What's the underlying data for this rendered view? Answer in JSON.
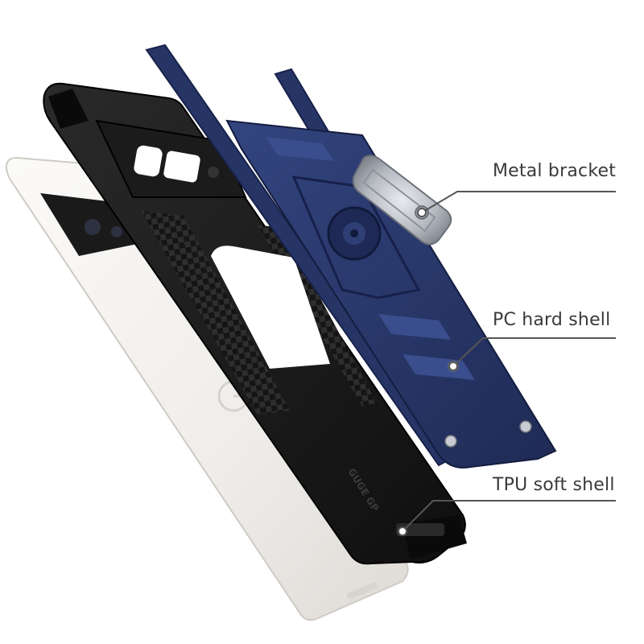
{
  "callouts": {
    "metal_bracket": "Metal bracket",
    "pc_hard_shell": "PC hard shell",
    "tpu_soft_shell": "TPU soft shell"
  },
  "case_brand_text": "GUGE GP",
  "colors": {
    "background": "#ffffff",
    "pc_shell_blue": "#2b3a6e",
    "tpu_shell_black": "#1c1c1c",
    "phone_white": "#f1efec",
    "metal_silver": "#b8bcc2",
    "callout_line": "#555555",
    "callout_text": "#3a3a3a"
  },
  "icons": [
    "g-logo-icon",
    "camera-bar-icon",
    "ring-holder-icon"
  ]
}
